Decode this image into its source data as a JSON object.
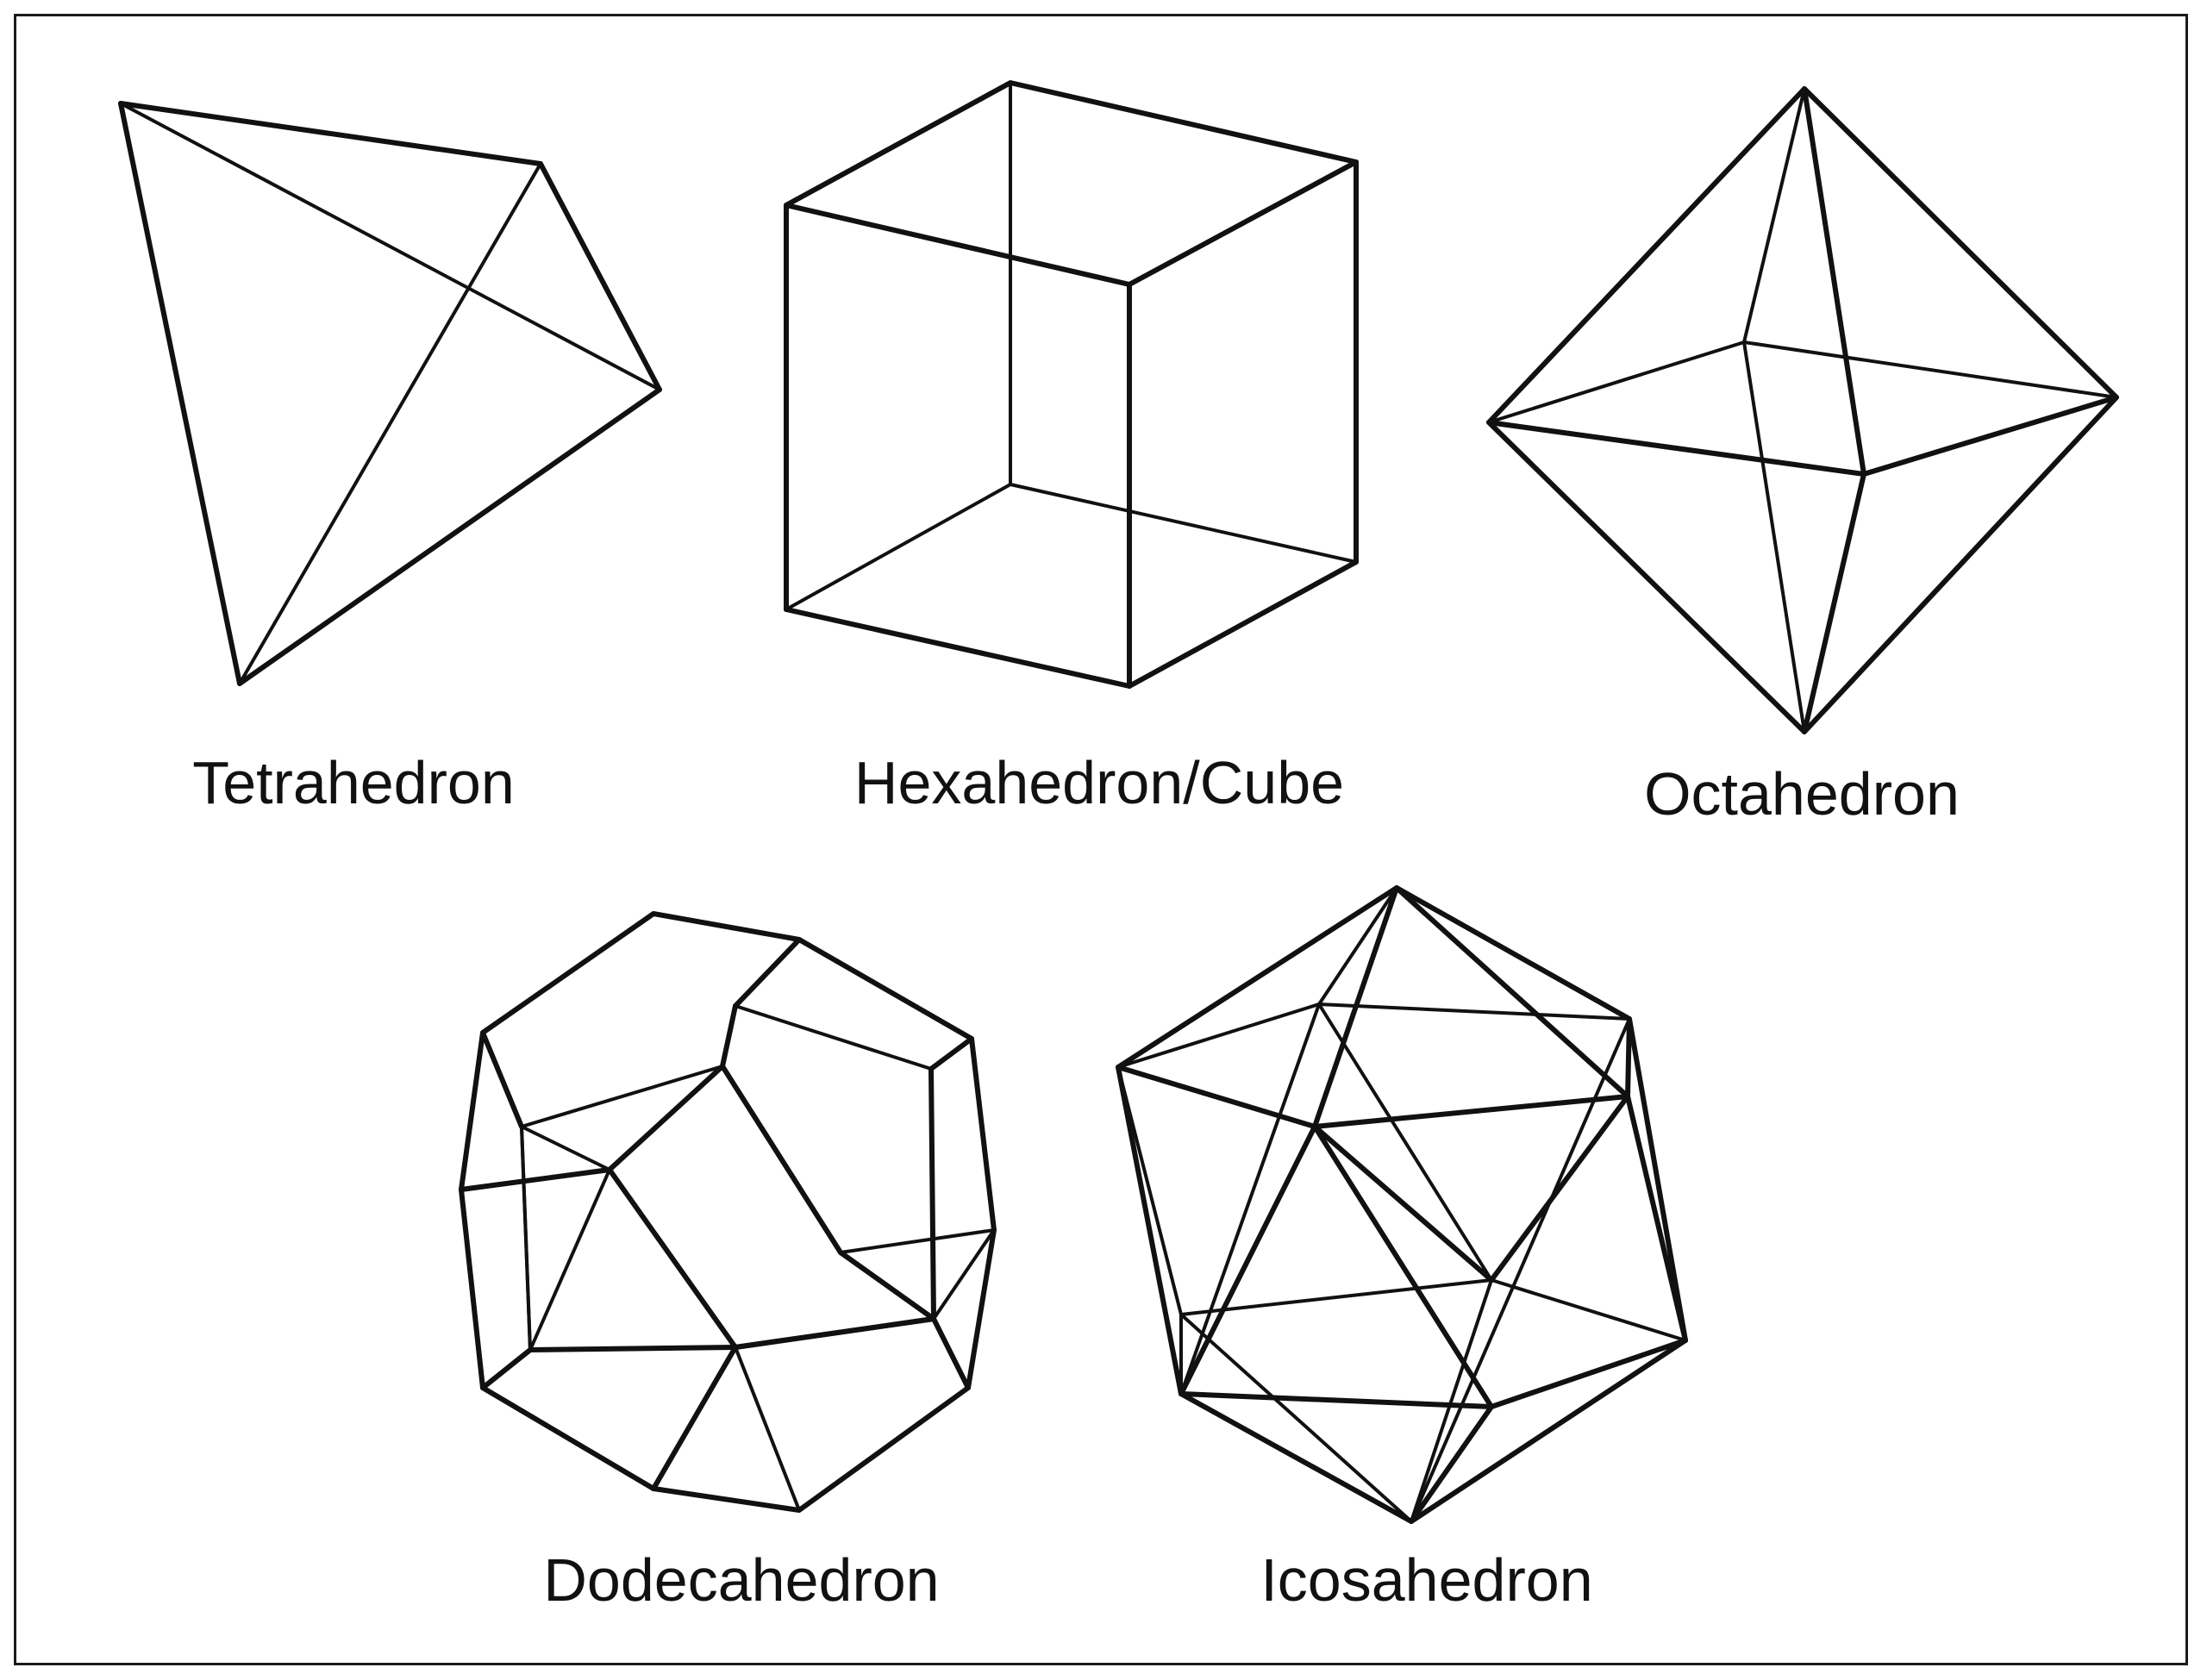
{
  "figure": {
    "solids": [
      {
        "id": "tetrahedron",
        "label": "Tetrahedron"
      },
      {
        "id": "hexahedron",
        "label": "Hexahedron/Cube"
      },
      {
        "id": "octahedron",
        "label": "Octahedron"
      },
      {
        "id": "dodecahedron",
        "label": "Dodecahedron"
      },
      {
        "id": "icosahedron",
        "label": "Icosahedron"
      }
    ]
  },
  "colors": {
    "line": "#111111",
    "background": "#ffffff",
    "frame": "#1a1a1a"
  }
}
